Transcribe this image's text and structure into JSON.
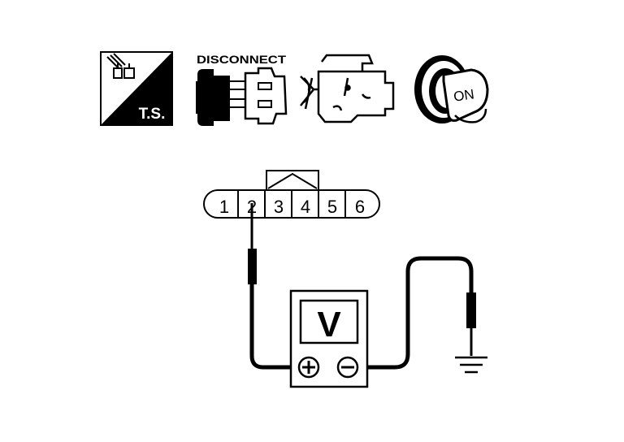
{
  "icons": {
    "ts_label": "T.S.",
    "disconnect_label": "DISCONNECT",
    "key_label": "ON"
  },
  "connector": {
    "pins": [
      "1",
      "2",
      "3",
      "4",
      "5",
      "6"
    ]
  },
  "meter": {
    "label": "V",
    "plus_symbol": "+",
    "minus_symbol": "−"
  }
}
